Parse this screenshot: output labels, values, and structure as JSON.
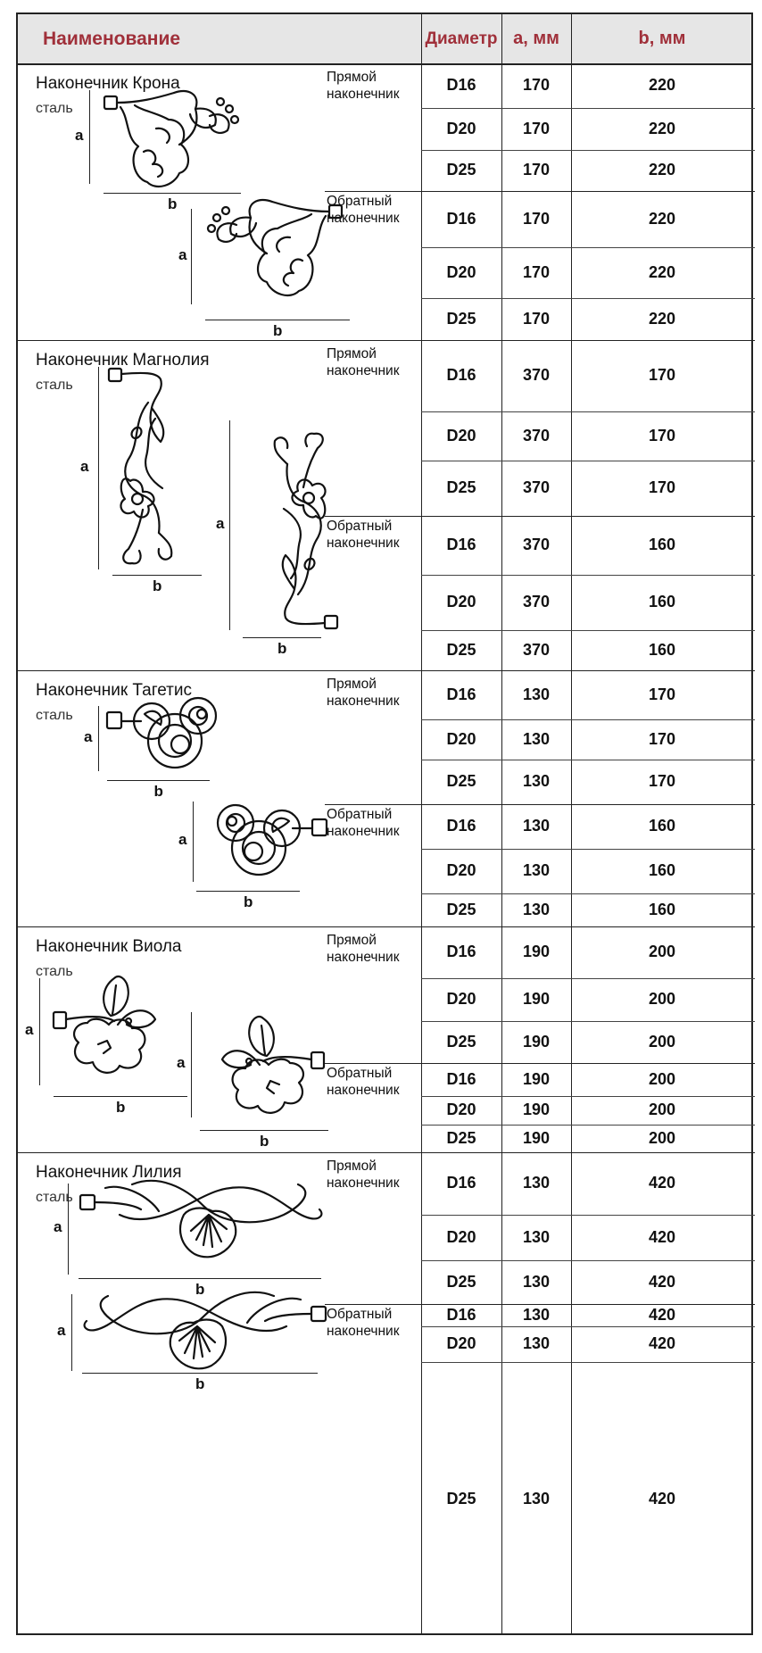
{
  "header": {
    "name": "Наименование",
    "diameter": "Диаметр",
    "a": "a, мм",
    "b": "b, мм"
  },
  "labels": {
    "straight": "Прямой наконечник",
    "reverse": "Обратный наконечник",
    "dim_a": "a",
    "dim_b": "b"
  },
  "products": [
    {
      "name": "Наконечник Крона",
      "material": "сталь",
      "rows": [
        [
          "D16",
          "170",
          "220"
        ],
        [
          "D20",
          "170",
          "220"
        ],
        [
          "D25",
          "170",
          "220"
        ],
        [
          "D16",
          "170",
          "220"
        ],
        [
          "D20",
          "170",
          "220"
        ],
        [
          "D25",
          "170",
          "220"
        ]
      ]
    },
    {
      "name": "Наконечник  Магнолия",
      "material": "сталь",
      "rows": [
        [
          "D16",
          "370",
          "170"
        ],
        [
          "D20",
          "370",
          "170"
        ],
        [
          "D25",
          "370",
          "170"
        ],
        [
          "D16",
          "370",
          "160"
        ],
        [
          "D20",
          "370",
          "160"
        ],
        [
          "D25",
          "370",
          "160"
        ]
      ]
    },
    {
      "name": "Наконечник  Тагетис",
      "material": "сталь",
      "rows": [
        [
          "D16",
          "130",
          "170"
        ],
        [
          "D20",
          "130",
          "170"
        ],
        [
          "D25",
          "130",
          "170"
        ],
        [
          "D16",
          "130",
          "160"
        ],
        [
          "D20",
          "130",
          "160"
        ],
        [
          "D25",
          "130",
          "160"
        ]
      ]
    },
    {
      "name": "Наконечник  Виола",
      "material": "сталь",
      "rows": [
        [
          "D16",
          "190",
          "200"
        ],
        [
          "D20",
          "190",
          "200"
        ],
        [
          "D25",
          "190",
          "200"
        ],
        [
          "D16",
          "190",
          "200"
        ],
        [
          "D20",
          "190",
          "200"
        ],
        [
          "D25",
          "190",
          "200"
        ]
      ]
    },
    {
      "name": "Наконечник  Лилия",
      "material": "сталь",
      "rows": [
        [
          "D16",
          "130",
          "420"
        ],
        [
          "D20",
          "130",
          "420"
        ],
        [
          "D25",
          "130",
          "420"
        ],
        [
          "D16",
          "130",
          "420"
        ],
        [
          "D20",
          "130",
          "420"
        ],
        [
          "D25",
          "130",
          "420"
        ]
      ]
    }
  ]
}
